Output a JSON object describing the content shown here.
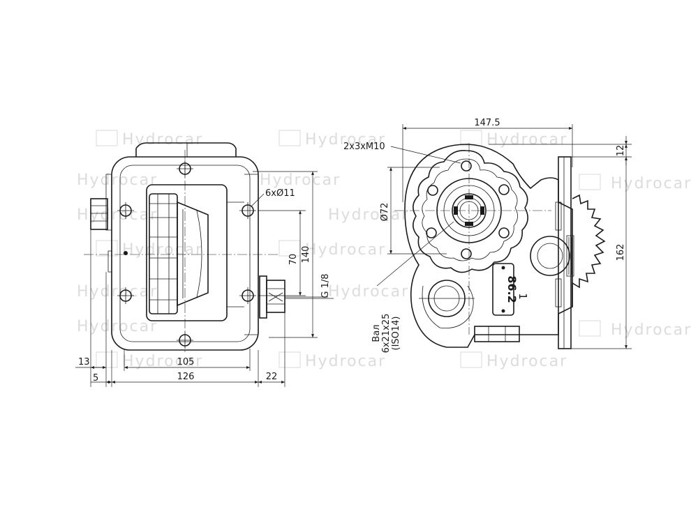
{
  "watermark": {
    "brand": "Hydrocar"
  },
  "left_view": {
    "dims": {
      "holes": "6xØ11",
      "d70": "70",
      "d140": "140",
      "thread": "G 1/8",
      "d13": "13",
      "d5": "5",
      "d105": "105",
      "d126": "126",
      "d22": "22"
    }
  },
  "right_view": {
    "dims": {
      "width": "147.5",
      "d12": "12",
      "height": "162",
      "bolts": "2x3xM10",
      "dia72": "Ø72"
    },
    "label_code": "86.2",
    "label_arrow": "1",
    "shaft_spec": [
      "Вал",
      "6x21x25",
      "(ISO14)"
    ]
  }
}
